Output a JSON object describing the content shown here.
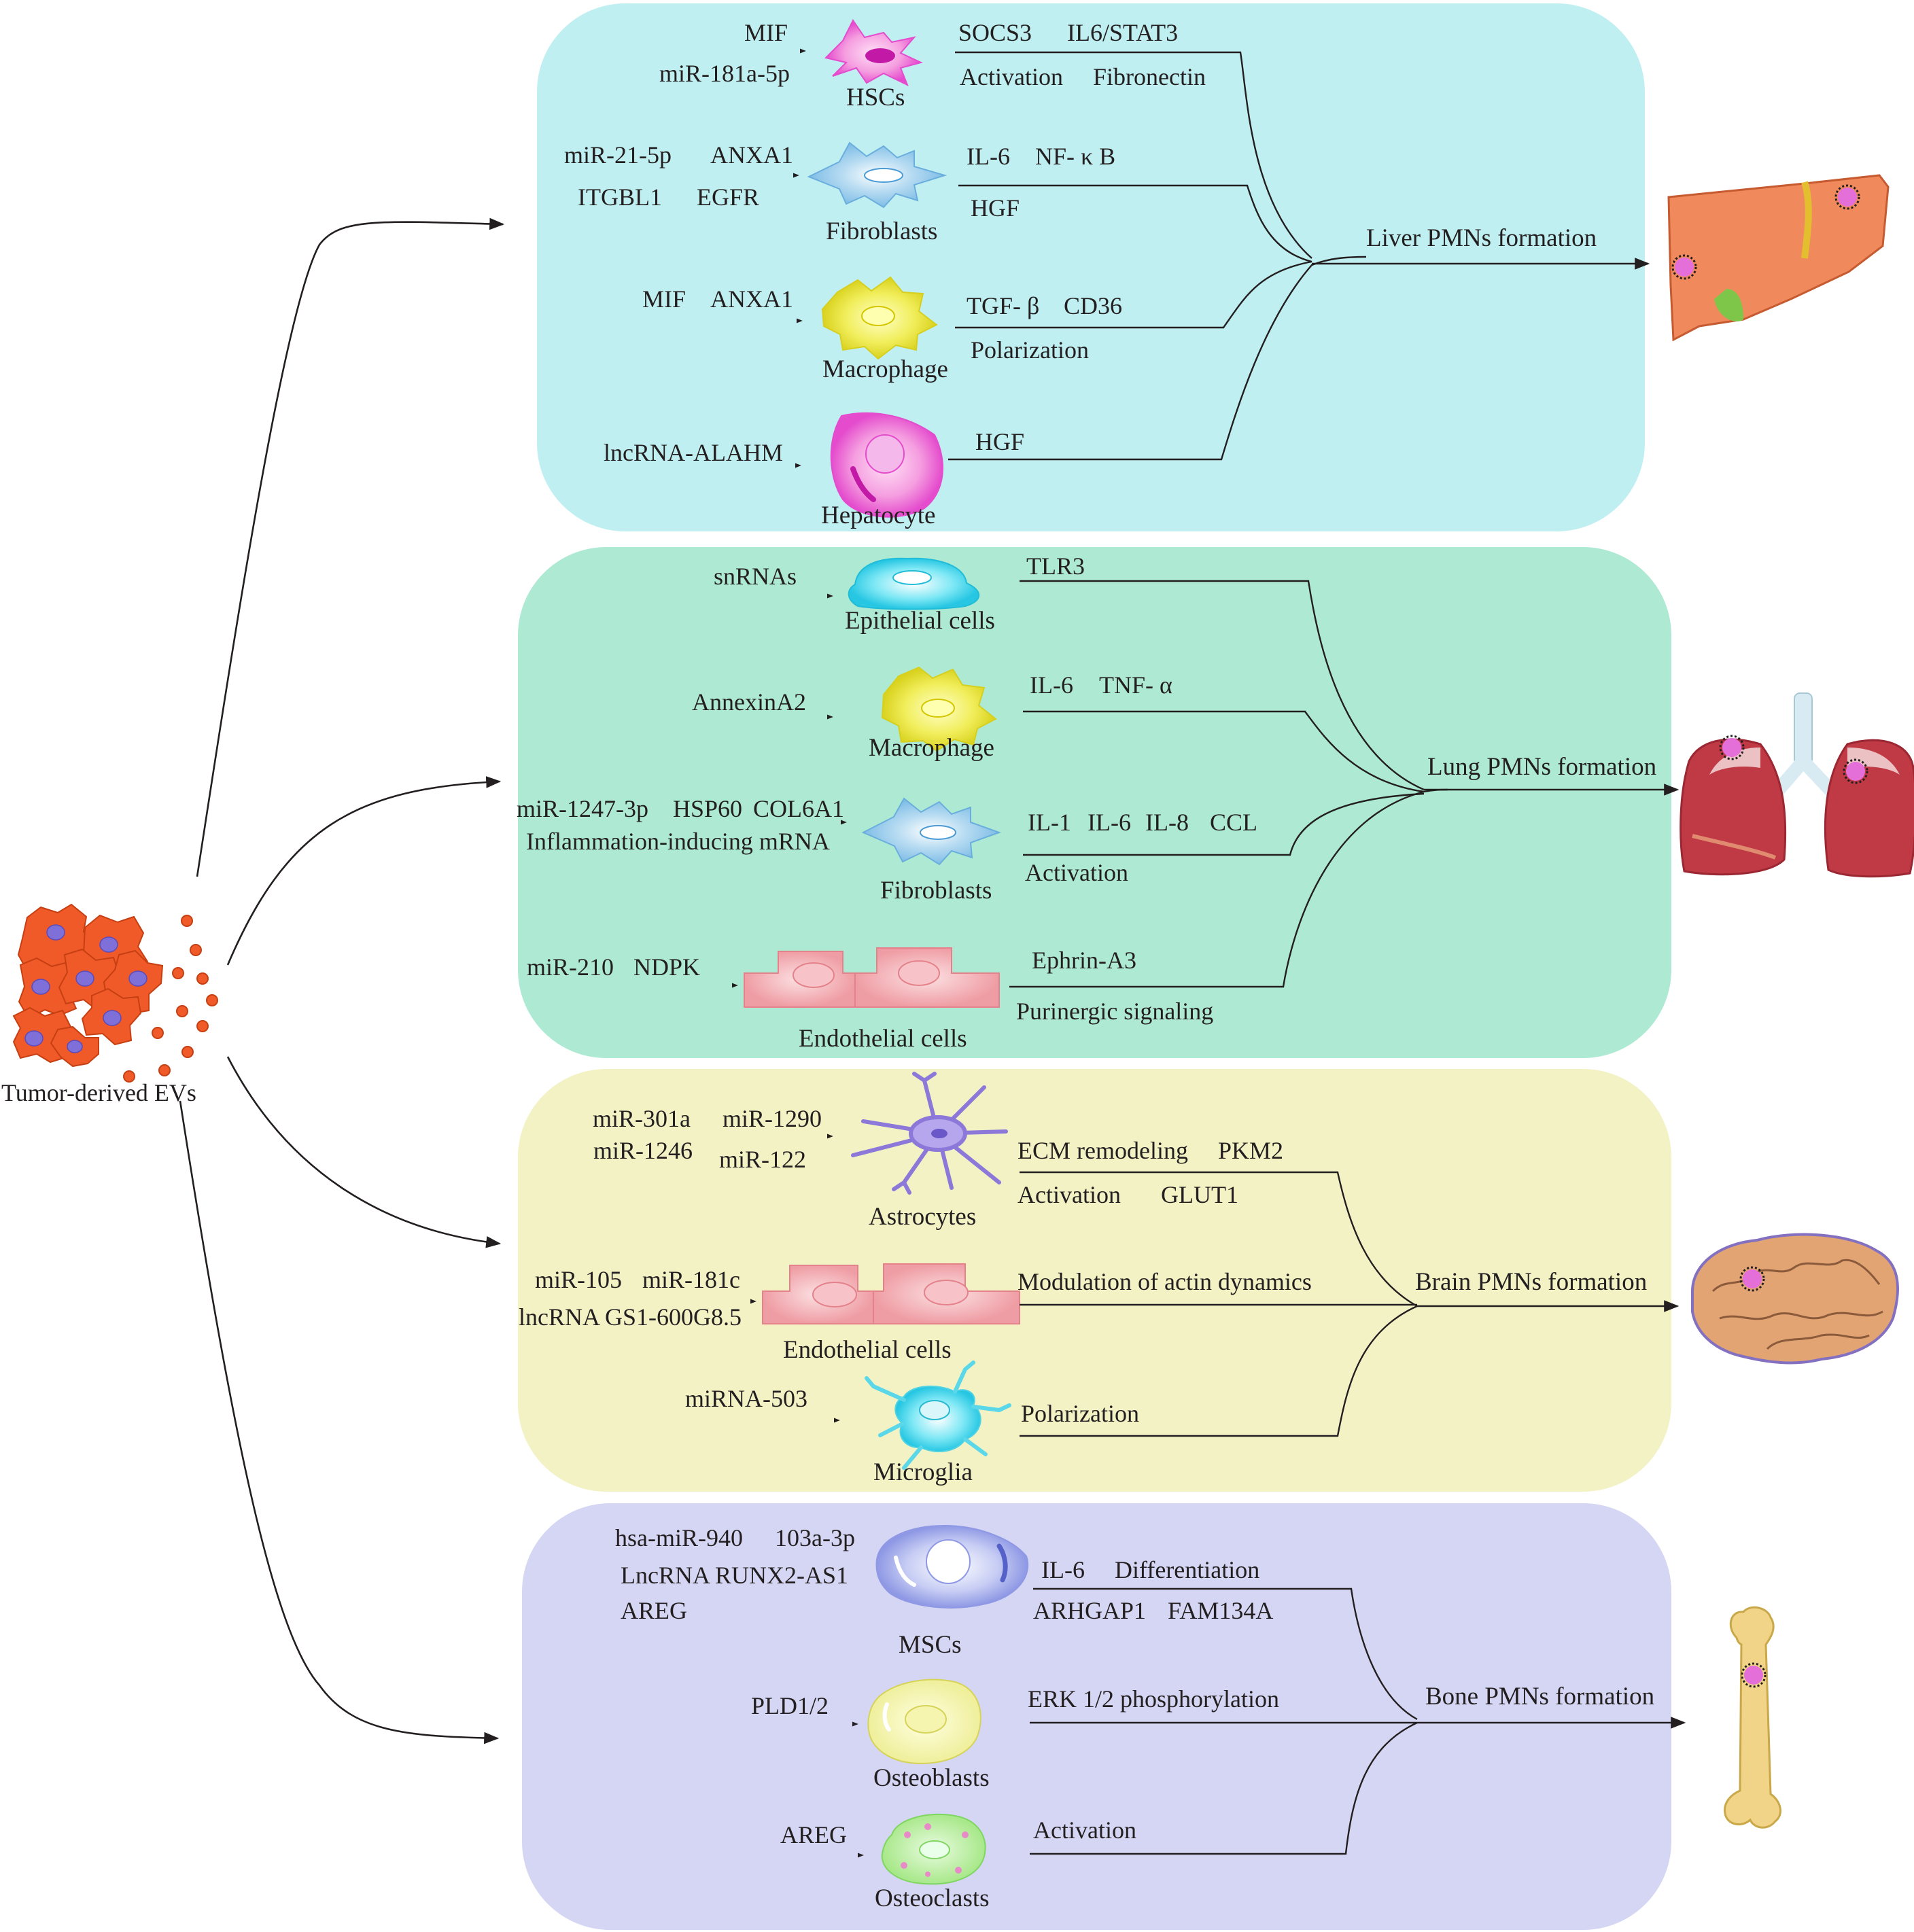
{
  "colors": {
    "liver_panel": "#c0eff1",
    "lung_panel": "#aeead3",
    "brain_panel": "#f2f2c5",
    "bone_panel": "#d4d6f3",
    "tumor_cell": "#f05a28",
    "tumor_nucleus": "#7f6fd8",
    "ev_dot": "#f05a28"
  },
  "source": {
    "label": "Tumor-derived EVs"
  },
  "panels": [
    {
      "id": "liver",
      "outcome": "Liver PMNs formation",
      "organ_icon": "liver-icon",
      "rows": [
        {
          "cell": "HSCs",
          "cell_icon": "hsc-icon",
          "inputs": [
            "MIF",
            "miR-181a-5p"
          ],
          "effects": [
            "SOCS3",
            "IL6/STAT3",
            "Activation",
            "Fibronectin"
          ]
        },
        {
          "cell": "Fibroblasts",
          "cell_icon": "fibroblast-icon",
          "inputs": [
            "miR-21-5p",
            "ANXA1",
            "ITGBL1",
            "EGFR"
          ],
          "effects": [
            "IL-6",
            "NF- κ B",
            "HGF"
          ]
        },
        {
          "cell": "Macrophage",
          "cell_icon": "macrophage-icon",
          "inputs": [
            "MIF",
            "ANXA1"
          ],
          "effects": [
            "TGF- β",
            "CD36",
            "Polarization"
          ]
        },
        {
          "cell": "Hepatocyte",
          "cell_icon": "hepatocyte-icon",
          "inputs": [
            "lncRNA-ALAHM"
          ],
          "effects": [
            "HGF"
          ]
        }
      ]
    },
    {
      "id": "lung",
      "outcome": "Lung PMNs formation",
      "organ_icon": "lung-icon",
      "rows": [
        {
          "cell": "Epithelial cells",
          "cell_icon": "epithelial-cell-icon",
          "inputs": [
            "snRNAs"
          ],
          "effects": [
            "TLR3"
          ]
        },
        {
          "cell": "Macrophage",
          "cell_icon": "macrophage-icon",
          "inputs": [
            "AnnexinA2"
          ],
          "effects": [
            "IL-6",
            "TNF- α"
          ]
        },
        {
          "cell": "Fibroblasts",
          "cell_icon": "fibroblast-icon",
          "inputs": [
            "miR-1247-3p",
            "HSP60",
            "COL6A1",
            "Inflammation-inducing mRNA"
          ],
          "effects": [
            "IL-1",
            "IL-6",
            "IL-8",
            "CCL",
            "Activation"
          ]
        },
        {
          "cell": "Endothelial cells",
          "cell_icon": "endothelial-cell-icon",
          "inputs": [
            "miR-210",
            "NDPK"
          ],
          "effects": [
            "Ephrin-A3",
            "Purinergic signaling"
          ]
        }
      ]
    },
    {
      "id": "brain",
      "outcome": "Brain PMNs formation",
      "organ_icon": "brain-icon",
      "rows": [
        {
          "cell": "Astrocytes",
          "cell_icon": "astrocyte-icon",
          "inputs": [
            "miR-301a",
            "miR-1290",
            "miR-1246",
            "miR-122"
          ],
          "effects": [
            "ECM remodeling",
            "PKM2",
            "Activation",
            "GLUT1"
          ]
        },
        {
          "cell": "Endothelial cells",
          "cell_icon": "endothelial-cell-icon",
          "inputs": [
            "miR-105",
            "miR-181c",
            "lncRNA GS1-600G8.5"
          ],
          "effects": [
            "Modulation of actin dynamics"
          ]
        },
        {
          "cell": "Microglia",
          "cell_icon": "microglia-icon",
          "inputs": [
            "miRNA-503"
          ],
          "effects": [
            "Polarization"
          ]
        }
      ]
    },
    {
      "id": "bone",
      "outcome": "Bone PMNs formation",
      "organ_icon": "bone-icon",
      "rows": [
        {
          "cell": "MSCs",
          "cell_icon": "msc-icon",
          "inputs": [
            "hsa-miR-940",
            "103a-3p",
            "LncRNA RUNX2-AS1",
            "AREG"
          ],
          "effects": [
            "IL-6",
            "Differentiation",
            "ARHGAP1",
            "FAM134A"
          ]
        },
        {
          "cell": "Osteoblasts",
          "cell_icon": "osteoblast-icon",
          "inputs": [
            "PLD1/2"
          ],
          "effects": [
            "ERK 1/2 phosphorylation"
          ]
        },
        {
          "cell": "Osteoclasts",
          "cell_icon": "osteoclast-icon",
          "inputs": [
            "AREG"
          ],
          "effects": [
            "Activation"
          ]
        }
      ]
    }
  ]
}
